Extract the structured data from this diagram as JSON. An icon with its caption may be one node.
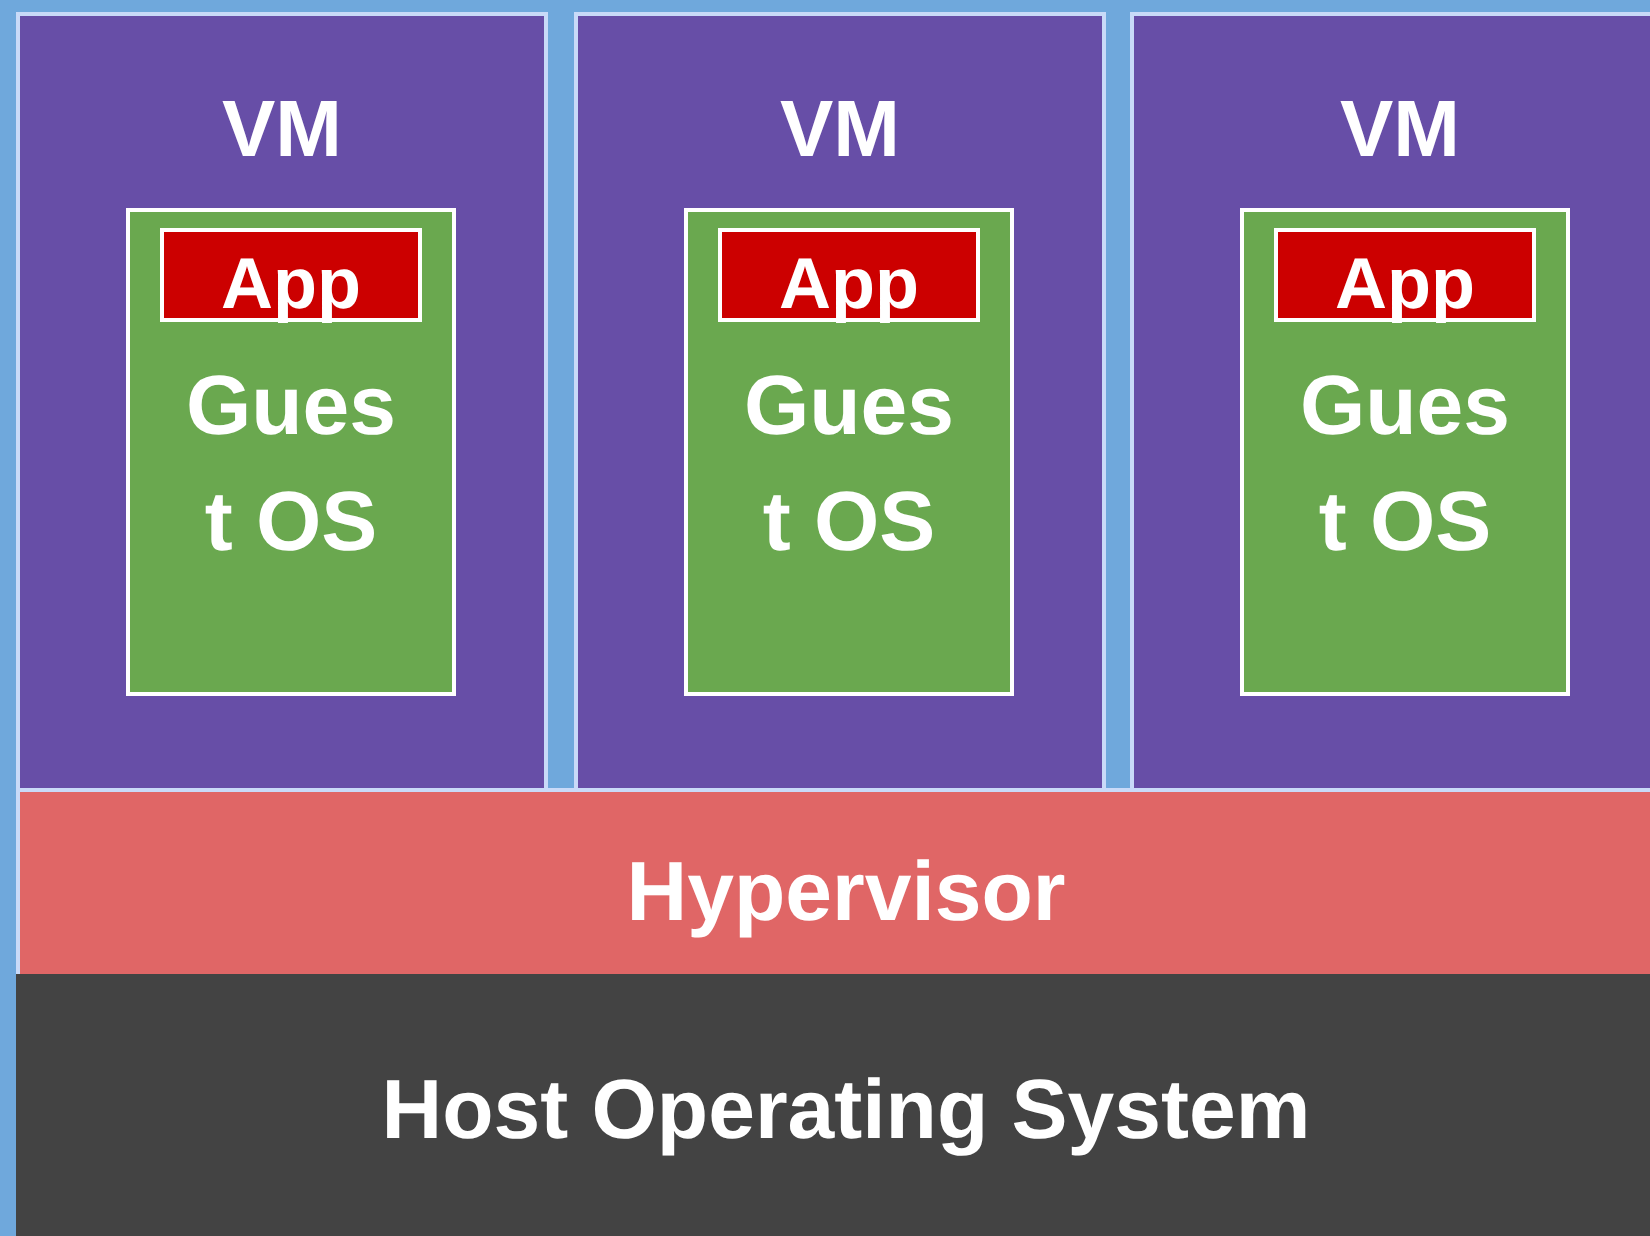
{
  "diagram": {
    "nodes": [
      {
        "text": [
          "VM"
        ]
      },
      {
        "text": [
          "Guest OS"
        ],
        "in": 0
      },
      {
        "text": [
          "App"
        ],
        "in": 1
      },
      {
        "text": [
          "VM"
        ]
      },
      {
        "text": [
          "Guest OS"
        ],
        "in": 3
      },
      {
        "text": [
          "App"
        ],
        "in": 4
      },
      {
        "text": [
          "VM"
        ]
      },
      {
        "text": [
          "Guest OS"
        ],
        "in": 6
      },
      {
        "text": [
          "App"
        ],
        "in": 7
      },
      {
        "text": [
          "Hypervisor"
        ]
      },
      {
        "text": [
          "Host Operating System"
        ]
      }
    ]
  }
}
